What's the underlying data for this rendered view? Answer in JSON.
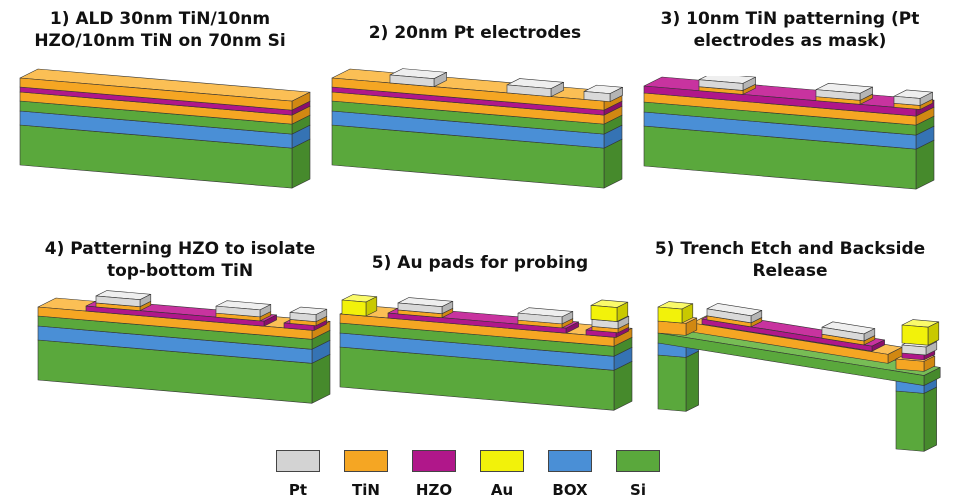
{
  "panels": [
    {
      "title_lines": [
        "1) ALD 30nm TiN/10nm",
        "HZO/10nm TiN on 70nm Si"
      ]
    },
    {
      "title_lines": [
        "2) 20nm Pt electrodes"
      ]
    },
    {
      "title_lines": [
        "3) 10nm TiN patterning (Pt",
        "electrodes as mask)"
      ]
    },
    {
      "title_lines": [
        "4) Patterning HZO to isolate",
        "top-bottom TiN"
      ]
    },
    {
      "title_lines": [
        "5) Au pads for probing"
      ]
    },
    {
      "title_lines": [
        "5) Trench Etch and Backside",
        "Release"
      ]
    }
  ],
  "legend": [
    {
      "label": "Pt",
      "color": "#d3d3d3"
    },
    {
      "label": "TiN",
      "color": "#f5a623"
    },
    {
      "label": "HZO",
      "color": "#b0178a"
    },
    {
      "label": "Au",
      "color": "#f2f20a"
    },
    {
      "label": "BOX",
      "color": "#4a8fd6"
    },
    {
      "label": "Si",
      "color": "#5aa83c"
    }
  ]
}
